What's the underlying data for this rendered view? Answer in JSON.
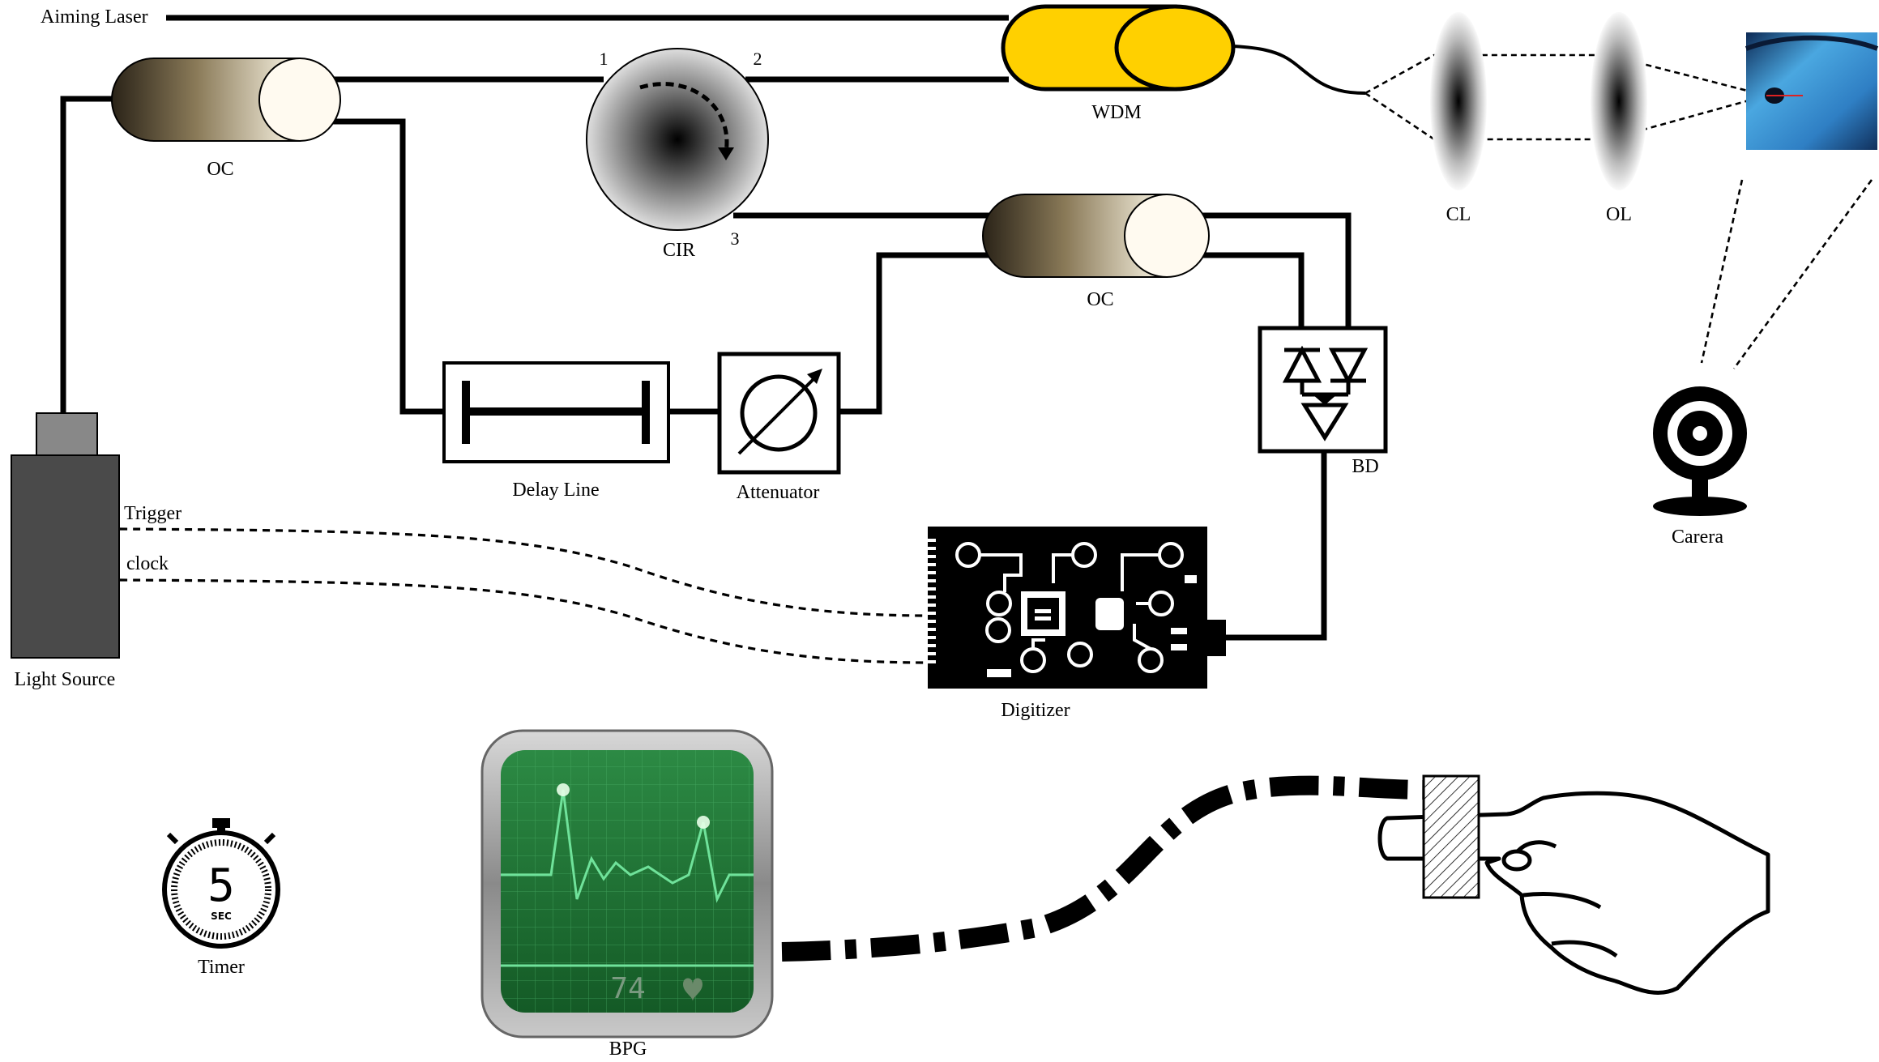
{
  "diagram": {
    "labels": {
      "aiming_laser": "Aiming Laser",
      "oc_top": "OC",
      "cir": "CIR",
      "port1": "1",
      "port2": "2",
      "port3": "3",
      "wdm": "WDM",
      "cl": "CL",
      "ol": "OL",
      "oc_mid": "OC",
      "bd": "BD",
      "delay_line": "Delay Line",
      "attenuator": "Attenuator",
      "carera": "Carera",
      "trigger": "Trigger",
      "clock": "clock",
      "light_source": "Light Source",
      "digitizer": "Digitizer",
      "timer": "Timer",
      "bpg": "BPG"
    },
    "timer_display": {
      "digit": "5",
      "unit": "SEC"
    },
    "monitor_display": {
      "value": "74"
    },
    "colors": {
      "wdm_fill": "#FFD000",
      "monitor_bg": "#1E6B2E",
      "trace": "#6FE29A"
    }
  }
}
